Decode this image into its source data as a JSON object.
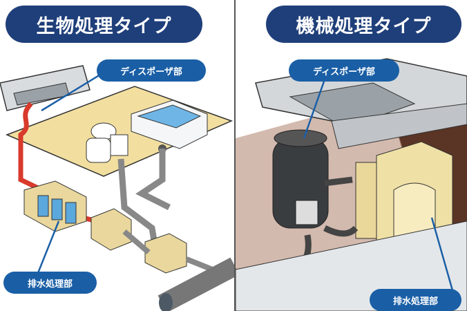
{
  "left_panel": {
    "title": "生物処理タイプ",
    "disposer_label": "ディスポーザ部",
    "treatment_label": "排水処理部"
  },
  "right_panel": {
    "title": "機械処理タイプ",
    "disposer_label": "ディスポーザ部",
    "treatment_label": "排水処理部"
  },
  "colors": {
    "title_bg": "#1f3f7a",
    "label_bg": "#1a5fa6",
    "pipe_red": "#d83a2c",
    "floor": "#f2dfa0"
  }
}
